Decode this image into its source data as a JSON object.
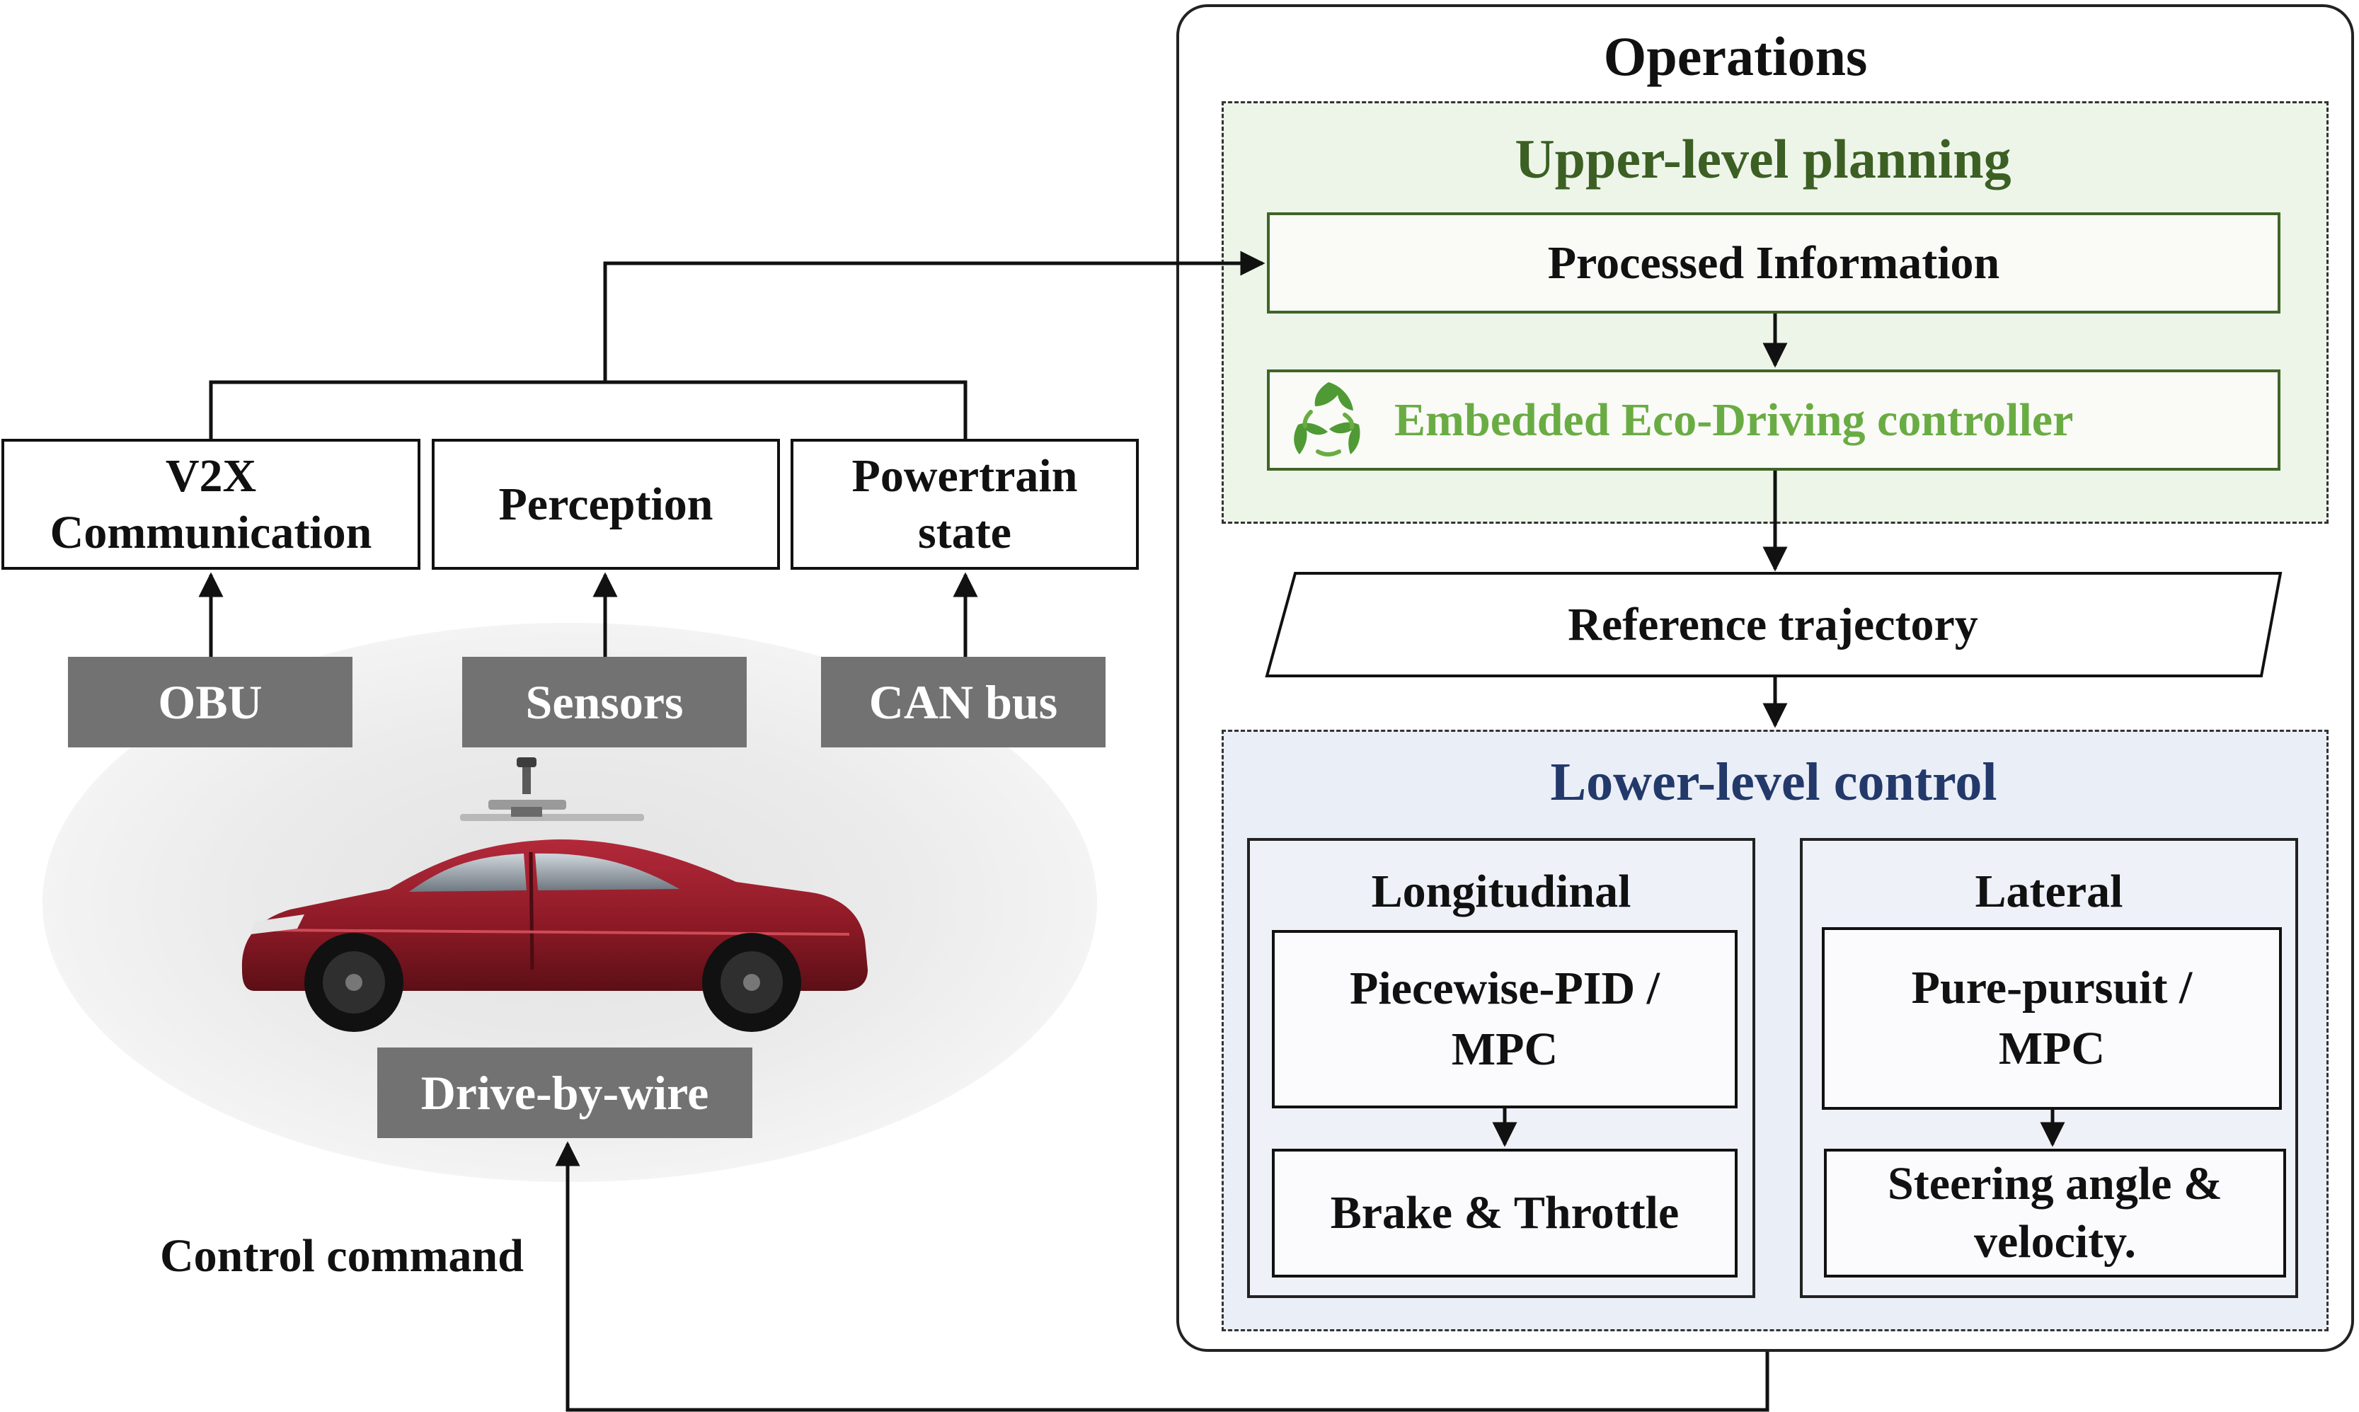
{
  "operations": {
    "title": "Operations",
    "upper_level": {
      "title": "Upper-level planning",
      "processed_information": "Processed Information",
      "eco_controller": "Embedded Eco-Driving controller",
      "eco_icon": "recycle-icon"
    },
    "reference_trajectory": "Reference trajectory",
    "lower_level": {
      "title": "Lower-level control",
      "longitudinal": {
        "title": "Longitudinal",
        "method_line1": "Piecewise-PID /",
        "method_line2": "MPC",
        "output": "Brake & Throttle"
      },
      "lateral": {
        "title": "Lateral",
        "method_line1": "Pure-pursuit /",
        "method_line2": "MPC",
        "output_line1": "Steering angle &",
        "output_line2": "velocity."
      }
    }
  },
  "inputs": {
    "v2x_line1": "V2X",
    "v2x_line2": "Communication",
    "perception": "Perception",
    "powertrain_line1": "Powertrain",
    "powertrain_line2": "state"
  },
  "hardware": {
    "obu": "OBU",
    "sensors": "Sensors",
    "can_bus": "CAN bus",
    "drive_by_wire": "Drive-by-wire",
    "vehicle_image": "red-sedan-with-roof-sensors"
  },
  "control_command": "Control command",
  "colors": {
    "upper_title": "#3c5f23",
    "upper_border": "#3f6527",
    "eco_text": "#6aac44",
    "upper_fill": "#edf5e9",
    "lower_title": "#22396a",
    "lower_fill": "#eaeef7",
    "hardware_box": "#727272"
  }
}
